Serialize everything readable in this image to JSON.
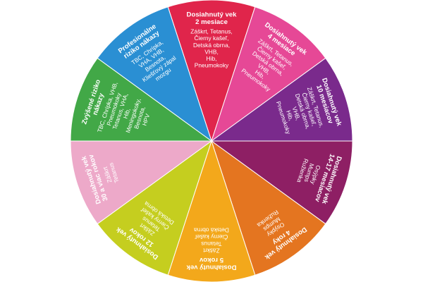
{
  "wheel": {
    "segments": [
      {
        "title": [
          "Dosiahnutý vek",
          "2 mesiace"
        ],
        "items": [
          "Záškrt, Tetanus,",
          "Čierny kašeľ,",
          "Detská obrna,",
          "VHB,",
          "Hib,",
          "Pneumokoky"
        ],
        "color": "#E0254B"
      },
      {
        "title": [
          "Dosiahnutý vek",
          "4 mesiace"
        ],
        "items": [
          "Záškrt, Tetanus,",
          "Čierny kašeľ,",
          "Detská obrna,",
          "VHB,",
          "Hib,",
          "Pneumokoky"
        ],
        "color": "#E64896"
      },
      {
        "title": [
          "Dosiahnutý vek",
          "10 mesiacov"
        ],
        "items": [
          "Záškrt, Tetanus,",
          "Čierny kašeľ,",
          "Detská obrna,",
          "VHB,",
          "Hib,",
          "Pneumokoky"
        ],
        "color": "#7A2A8C"
      },
      {
        "title": [
          "Dosiahnutý vek",
          "14-17 mesiacov"
        ],
        "items": [
          "Osýpky",
          "Mumps",
          "Ružienka"
        ],
        "color": "#8E1F64"
      },
      {
        "title": [
          "Dosiahnutý vek",
          "4 roky"
        ],
        "items": [
          "Osýpky",
          "Mumps",
          "Ružienka"
        ],
        "color": "#E47520"
      },
      {
        "title": [
          "Dosiahnutý vek",
          "5 rokov"
        ],
        "items": [
          "Záškrt",
          "Tetanus",
          "Čierny kašeľ",
          "Detská obrna"
        ],
        "color": "#F3A81B"
      },
      {
        "title": [
          "Dosiahnutý vek",
          "12 rokov"
        ],
        "items": [
          "Záškrt",
          "Tetanus",
          "Čierny kašeľ",
          "Detská obrna"
        ],
        "color": "#C5CE1F"
      },
      {
        "title": [
          "Dosiahnutý vek",
          "30 a viac rokov"
        ],
        "items": [
          "Záškrt",
          "Tetanus"
        ],
        "color": "#EDA9C9"
      },
      {
        "title": [
          "Zvýšené riziko",
          "nákazy"
        ],
        "items": [
          "TBC, Chrípka, VHB,",
          "Pneumokoky",
          "Tetanus, VHA,",
          "Hib,",
          "Meningokoky,",
          "Besnota,",
          "HPV"
        ],
        "color": "#42A847"
      },
      {
        "title": [
          "Profesionálne",
          "riziko nákazy"
        ],
        "items": [
          "TBC, Chrípka,",
          "VHA, VHB,",
          "Besnota,",
          "Kliešťový zápal",
          "mozgu"
        ],
        "color": "#2A8FD3"
      }
    ]
  }
}
